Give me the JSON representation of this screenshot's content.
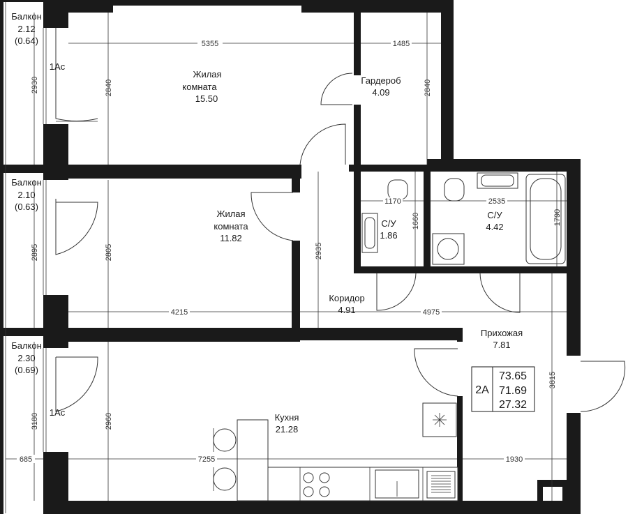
{
  "rooms": {
    "balcony1": {
      "name": "Балкон",
      "area": "2.12",
      "area2": "(0.64)"
    },
    "balcony2": {
      "name": "Балкон",
      "area": "2.10",
      "area2": "(0.63)"
    },
    "balcony3": {
      "name": "Балкон",
      "area": "2.30",
      "area2": "(0.69)"
    },
    "living1": {
      "name1": "Жилая",
      "name2": "комната",
      "area": "15.50"
    },
    "living2": {
      "name1": "Жилая",
      "name2": "комната",
      "area": "11.82"
    },
    "wardrobe": {
      "name": "Гардероб",
      "area": "4.09"
    },
    "bath_small": {
      "name": "С/У",
      "area": "1.86"
    },
    "bath_large": {
      "name": "С/У",
      "area": "4.42"
    },
    "corridor": {
      "name": "Коридор",
      "area": "4.91"
    },
    "hallway": {
      "name": "Прихожая",
      "area": "7.81"
    },
    "kitchen": {
      "name": "Кухня",
      "area": "21.28"
    }
  },
  "markers": {
    "ac1": "1Ас",
    "ac2": "1Ас"
  },
  "dimensions": {
    "d5355": "5355",
    "d1485": "1485",
    "d2930": "2930",
    "d2840a": "2840",
    "d2840b": "2840",
    "d1170": "1170",
    "d2535": "2535",
    "d1660": "1660",
    "d1790": "1790",
    "d2895": "2895",
    "d2805": "2805",
    "d2935": "2935",
    "d4215": "4215",
    "d4975": "4975",
    "d3180": "3180",
    "d2960": "2960",
    "d3815": "3815",
    "d685": "685",
    "d7255": "7255",
    "d1930": "1930"
  },
  "summary": {
    "type": "2А",
    "total": "73.65",
    "living": "71.69",
    "residential": "27.32"
  },
  "colors": {
    "wall": "#1a1a1a",
    "line": "#333333",
    "background": "#ffffff"
  }
}
